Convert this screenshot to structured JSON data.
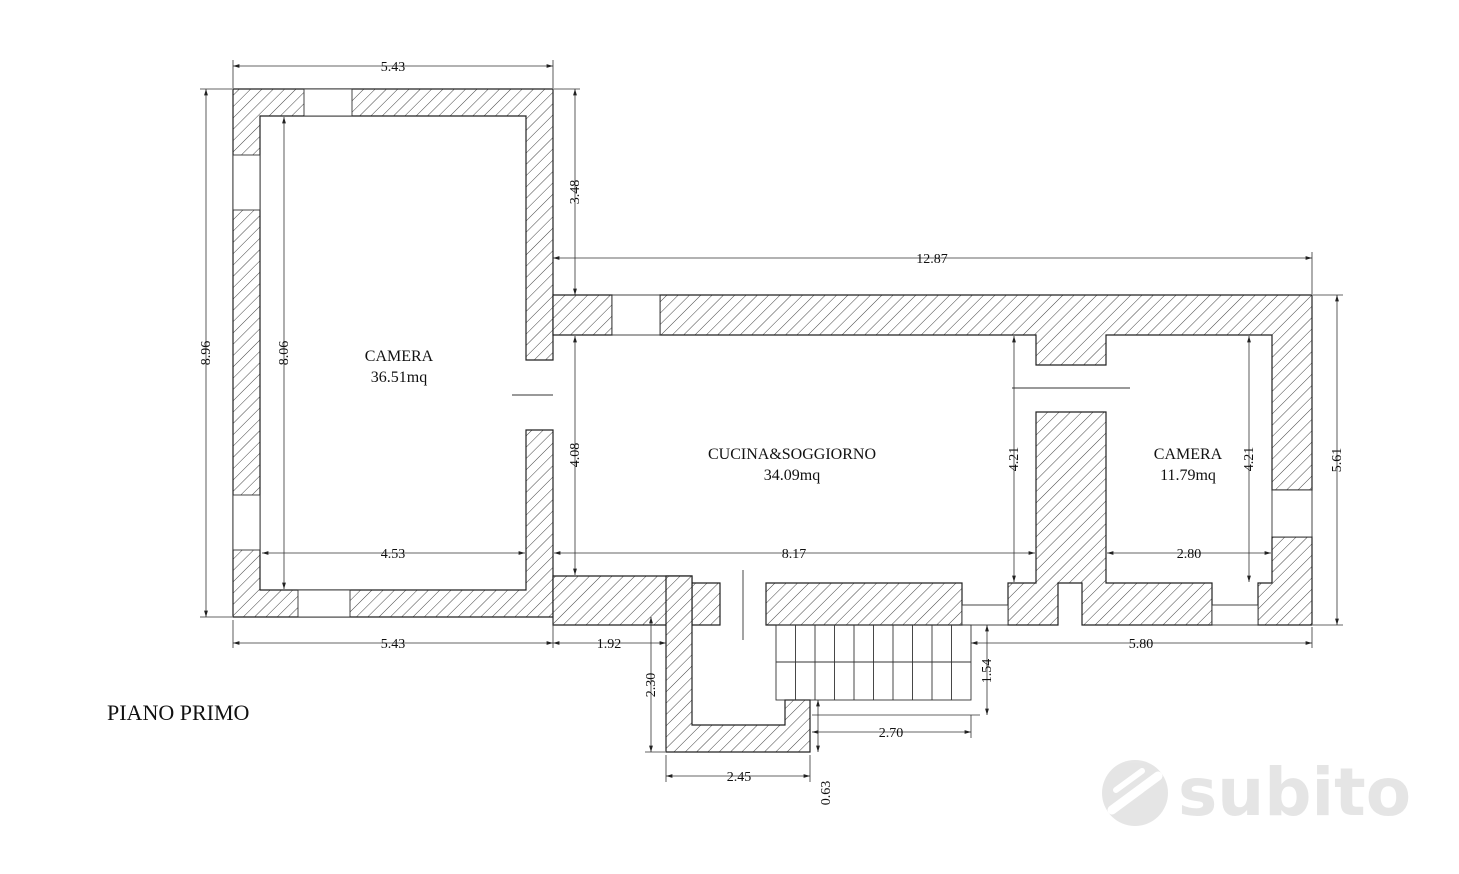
{
  "floor_label": "PIANO PRIMO",
  "rooms": [
    {
      "name": "CAMERA",
      "area": "36.51mq"
    },
    {
      "name": "CUCINA&SOGGIORNO",
      "area": "34.09mq"
    },
    {
      "name": "CAMERA",
      "area": "11.79mq"
    }
  ],
  "dimensions": {
    "top_left_width": "5.43",
    "bottom_left_width": "5.43",
    "left_total_height": "8.96",
    "left_inner_height": "8.06",
    "left_inner_width": "4.53",
    "upper_offset": "3.48",
    "right_total_width": "12.87",
    "kitchen_height": "4.08",
    "kitchen_width": "8.17",
    "partition_height": "4.21",
    "right_room_height": "4.21",
    "right_room_width": "2.80",
    "right_total_height": "5.61",
    "bottom_right_width": "5.80",
    "stair_offset": "1.92",
    "stair_well_height": "2.30",
    "stair_height": "1.54",
    "stair_width": "2.70",
    "stair_well_width": "2.45",
    "stair_landing": "0.63"
  },
  "watermark": {
    "text": "subito",
    "icon": "subito-logo-icon",
    "color": "#e3e3e3"
  }
}
